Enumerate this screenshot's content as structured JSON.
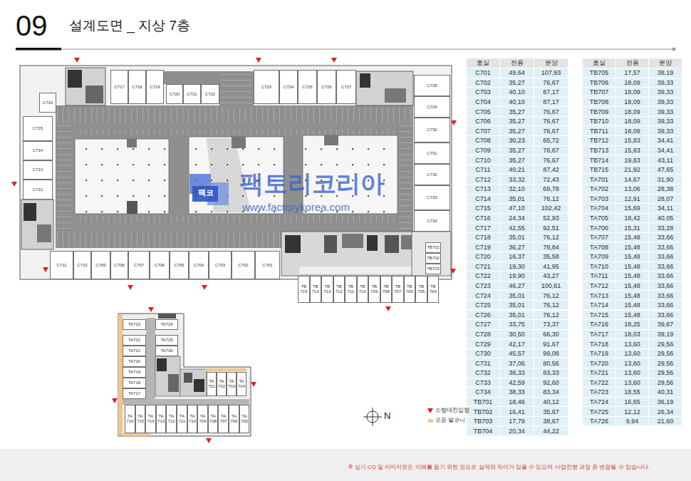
{
  "diagram": {
    "title": "설계도면 _ 지상 7층",
    "caption": "※ 상기 CG 및 이미지컷은 이해를 돕기 위한 것으로 실제와 차이가 있을 수 있으며 사업진행 과정 중 변경될 수 있습니다.",
    "nodes": [
      {
        "text": [
          "C701"
        ]
      },
      {
        "text": [
          "C702"
        ]
      },
      {
        "text": [
          "C703"
        ]
      },
      {
        "text": [
          "C704"
        ]
      },
      {
        "text": [
          "C705"
        ]
      },
      {
        "text": [
          "C706"
        ]
      },
      {
        "text": [
          "C707"
        ]
      },
      {
        "text": [
          "C708"
        ]
      },
      {
        "text": [
          "C709"
        ]
      },
      {
        "text": [
          "C710"
        ]
      },
      {
        "text": [
          "C711"
        ]
      },
      {
        "text": [
          "C712"
        ]
      },
      {
        "text": [
          "C713"
        ]
      },
      {
        "text": [
          "C714"
        ]
      },
      {
        "text": [
          "C715"
        ]
      },
      {
        "text": [
          "C716"
        ]
      },
      {
        "text": [
          "C717"
        ]
      },
      {
        "text": [
          "C718"
        ]
      },
      {
        "text": [
          "C719"
        ]
      },
      {
        "text": [
          "C720"
        ]
      },
      {
        "text": [
          "C721"
        ]
      },
      {
        "text": [
          "C722"
        ]
      },
      {
        "text": [
          "C723"
        ]
      },
      {
        "text": [
          "C724"
        ]
      },
      {
        "text": [
          "C725"
        ]
      },
      {
        "text": [
          "C726"
        ]
      },
      {
        "text": [
          "C727"
        ]
      },
      {
        "text": [
          "C728"
        ]
      },
      {
        "text": [
          "C729"
        ]
      },
      {
        "text": [
          "C730"
        ]
      },
      {
        "text": [
          "C731"
        ]
      },
      {
        "text": [
          "C732"
        ]
      },
      {
        "text": [
          "C733"
        ]
      },
      {
        "text": [
          "C734"
        ]
      },
      {
        "text": [
          "TB701"
        ]
      },
      {
        "text": [
          "TB702"
        ]
      },
      {
        "text": [
          "TB703"
        ]
      },
      {
        "text": [
          "TB 704"
        ]
      },
      {
        "text": [
          "TB 705"
        ]
      },
      {
        "text": [
          "TB 706"
        ]
      },
      {
        "text": [
          "TB 707"
        ]
      },
      {
        "text": [
          "TB 708"
        ]
      },
      {
        "text": [
          "TB 709"
        ]
      },
      {
        "text": [
          "TB 710"
        ]
      },
      {
        "text": [
          "TB 711"
        ]
      },
      {
        "text": [
          "TB 712"
        ]
      },
      {
        "text": [
          "TB 713"
        ]
      },
      {
        "text": [
          "TB 714"
        ]
      },
      {
        "text": [
          "TB 715"
        ]
      },
      {
        "text": [
          "TA 701"
        ]
      },
      {
        "text": [
          "TA 702"
        ]
      },
      {
        "text": [
          "TA 703"
        ]
      },
      {
        "text": [
          "TA 704"
        ]
      },
      {
        "text": [
          "TA 705"
        ]
      },
      {
        "text": [
          "TA 706"
        ]
      },
      {
        "text": [
          "TA 707"
        ]
      },
      {
        "text": [
          "TA 708"
        ]
      },
      {
        "text": [
          "TA 709"
        ]
      },
      {
        "text": [
          "TA 710"
        ]
      },
      {
        "text": [
          "TA 711"
        ]
      },
      {
        "text": [
          "TA 712"
        ]
      },
      {
        "text": [
          "TA 713"
        ]
      },
      {
        "text": [
          "TA 714"
        ]
      },
      {
        "text": [
          "TA 715"
        ]
      },
      {
        "text": [
          "TA 716"
        ]
      },
      {
        "text": [
          "TA717"
        ]
      },
      {
        "text": [
          "TA718"
        ]
      },
      {
        "text": [
          "TA719"
        ]
      },
      {
        "text": [
          "TA720"
        ]
      },
      {
        "text": [
          "TA721"
        ]
      },
      {
        "text": [
          "TA722"
        ]
      },
      {
        "text": [
          "TA723"
        ]
      },
      {
        "text": [
          "TA724"
        ]
      },
      {
        "text": [
          "TA725"
        ]
      },
      {
        "text": [
          "TA726"
        ]
      }
    ],
    "labels": [
      "09",
      "호실",
      "전용",
      "분양",
      "C701",
      "49,64",
      "107,93",
      "C702",
      "35,27",
      "76,67",
      "C703",
      "40,10",
      "87,17",
      "C704",
      "40,10",
      "87,17",
      "C705",
      "35,27",
      "76,67",
      "C706",
      "35,27",
      "76,67",
      "C707",
      "35,27",
      "76,67",
      "C708",
      "30,23",
      "65,72",
      "C709",
      "35,27",
      "76,67",
      "C710",
      "35,27",
      "76,67",
      "C711",
      "40,21",
      "87,42",
      "C712",
      "33,32",
      "72,43",
      "C713",
      "32,10",
      "69,78",
      "C714",
      "35,01",
      "76,12",
      "C715",
      "47,10",
      "102,42",
      "C716",
      "24,34",
      "52,93",
      "C717",
      "42,55",
      "92,51",
      "C718",
      "35,01",
      "76,12",
      "C719",
      "36,27",
      "78,84",
      "C720",
      "16,37",
      "35,58",
      "C721",
      "19,30",
      "41,95",
      "C722",
      "19,90",
      "43,27",
      "C723",
      "46,27",
      "100,61",
      "C724",
      "35,01",
      "76,12",
      "C725",
      "35,01",
      "76,12",
      "C726",
      "35,01",
      "76,12",
      "C727",
      "33,75",
      "73,37",
      "C728",
      "30,50",
      "66,30",
      "C729",
      "42,17",
      "91,67",
      "C730",
      "45,57",
      "99,08",
      "C731",
      "37,06",
      "80,56",
      "C732",
      "38,33",
      "83,33",
      "C733",
      "42,59",
      "92,60",
      "C734",
      "38,33",
      "83,34",
      "TB701",
      "18,46",
      "40,12",
      "TB702",
      "16,41",
      "35,67",
      "TB703",
      "17,79",
      "38,67",
      "TB704",
      "20,34",
      "44,22",
      "호실",
      "전용",
      "분양",
      "TB705",
      "17,57",
      "38,19",
      "TB706",
      "18,09",
      "39,33",
      "TB707",
      "18,09",
      "39,33",
      "TB708",
      "18,09",
      "39,33",
      "TB709",
      "18,09",
      "39,33",
      "TB710",
      "18,09",
      "39,33",
      "TB711",
      "18,09",
      "39,33",
      "TB712",
      "15,83",
      "34,41",
      "TB713",
      "15,83",
      "34,41",
      "TB714",
      "19,83",
      "43,11",
      "TB715",
      "21,92",
      "47,65",
      "TA701",
      "14,67",
      "31,90",
      "TA702",
      "13,06",
      "28,38",
      "TA703",
      "12,91",
      "28,07",
      "TA704",
      "15,69",
      "34,11",
      "TA705",
      "18,42",
      "40,05",
      "TA706",
      "15,31",
      "33,28",
      "TA707",
      "15,48",
      "33,66",
      "TA708",
      "15,48",
      "33,66",
      "TA709",
      "15,48",
      "33,66",
      "TA710",
      "15,48",
      "33,66",
      "TA711",
      "15,48",
      "33,66",
      "TA712",
      "15,48",
      "33,66",
      "TA713",
      "15,48",
      "33,66",
      "TA714",
      "15,48",
      "33,66",
      "TA715",
      "15,48",
      "33,66",
      "TA716",
      "18,25",
      "39,67",
      "TA717",
      "18,03",
      "39,19",
      "TA718",
      "13,60",
      "29,56",
      "TA719",
      "13,60",
      "29,56",
      "TA720",
      "13,60",
      "29,56",
      "TA721",
      "13,60",
      "29,56",
      "TA722",
      "13,60",
      "29,56",
      "TA723",
      "18,55",
      "40,31",
      "TA724",
      "16,65",
      "36,19",
      "TA725",
      "12,12",
      "26,34",
      "TA726",
      "9,94",
      "21,60",
      "N",
      "팩토리코리아",
      "www.factorykorea.com",
      "팩코"
    ],
    "legend": [
      {
        "text": "소방대진입창"
      },
      {
        "text": "오픈 발코니",
        "color": "#f2c48d"
      }
    ]
  }
}
